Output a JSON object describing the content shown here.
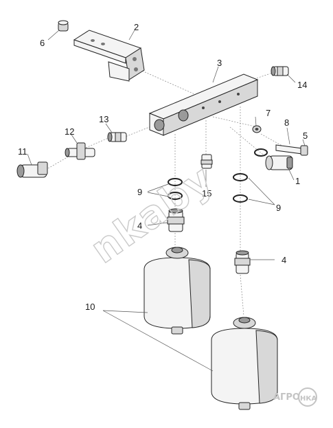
{
  "callouts": {
    "c1": "1",
    "c2": "2",
    "c3": "3",
    "c4a": "4",
    "c4b": "4",
    "c5": "5",
    "c6": "6",
    "c7": "7",
    "c8": "8",
    "c9a": "9",
    "c9b": "9",
    "c10": "10",
    "c11": "11",
    "c12": "12",
    "c13": "13",
    "c14": "14",
    "c15": "15"
  },
  "watermark": {
    "text": "nkaby"
  },
  "logo": {
    "left": "АГРО",
    "right": "НКА",
    "color_light": "#c4c4c4"
  }
}
